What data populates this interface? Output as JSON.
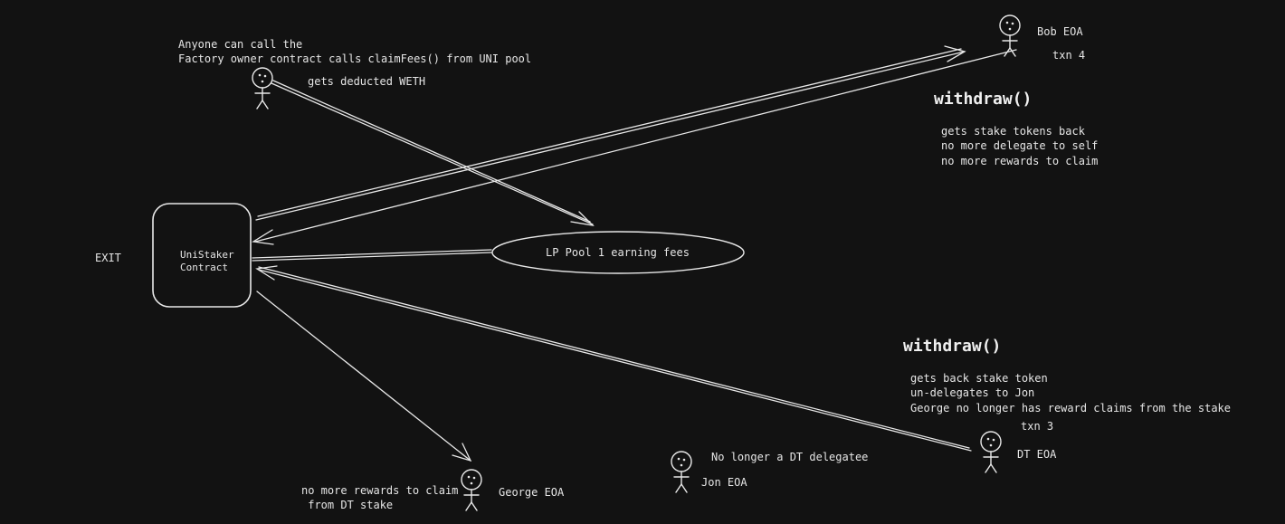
{
  "annotations": {
    "factory_note_line1": "Anyone can call the",
    "factory_note_line2": "Factory owner contract calls claimFees() from UNI pool",
    "deducted_note": "gets deducted WETH",
    "exit_label": "EXIT",
    "contract_line1": "UniStaker",
    "contract_line2": "Contract",
    "pool_label": "LP Pool 1 earning fees"
  },
  "bob": {
    "name": "Bob EOA",
    "txn": "txn 4",
    "action": "withdraw()",
    "effects": [
      "gets stake tokens back",
      "no more delegate to self",
      "no more rewards to claim"
    ]
  },
  "dt": {
    "name": "DT EOA",
    "txn": "txn 3",
    "action": "withdraw()",
    "effects": [
      "gets back stake token",
      "un-delegates to Jon",
      "George no longer has reward claims from the stake"
    ]
  },
  "george": {
    "name": "George EOA",
    "note_line1": "no more rewards to claim",
    "note_line2": " from DT stake"
  },
  "jon": {
    "name": "Jon EOA",
    "note": "No longer a DT delegatee"
  }
}
